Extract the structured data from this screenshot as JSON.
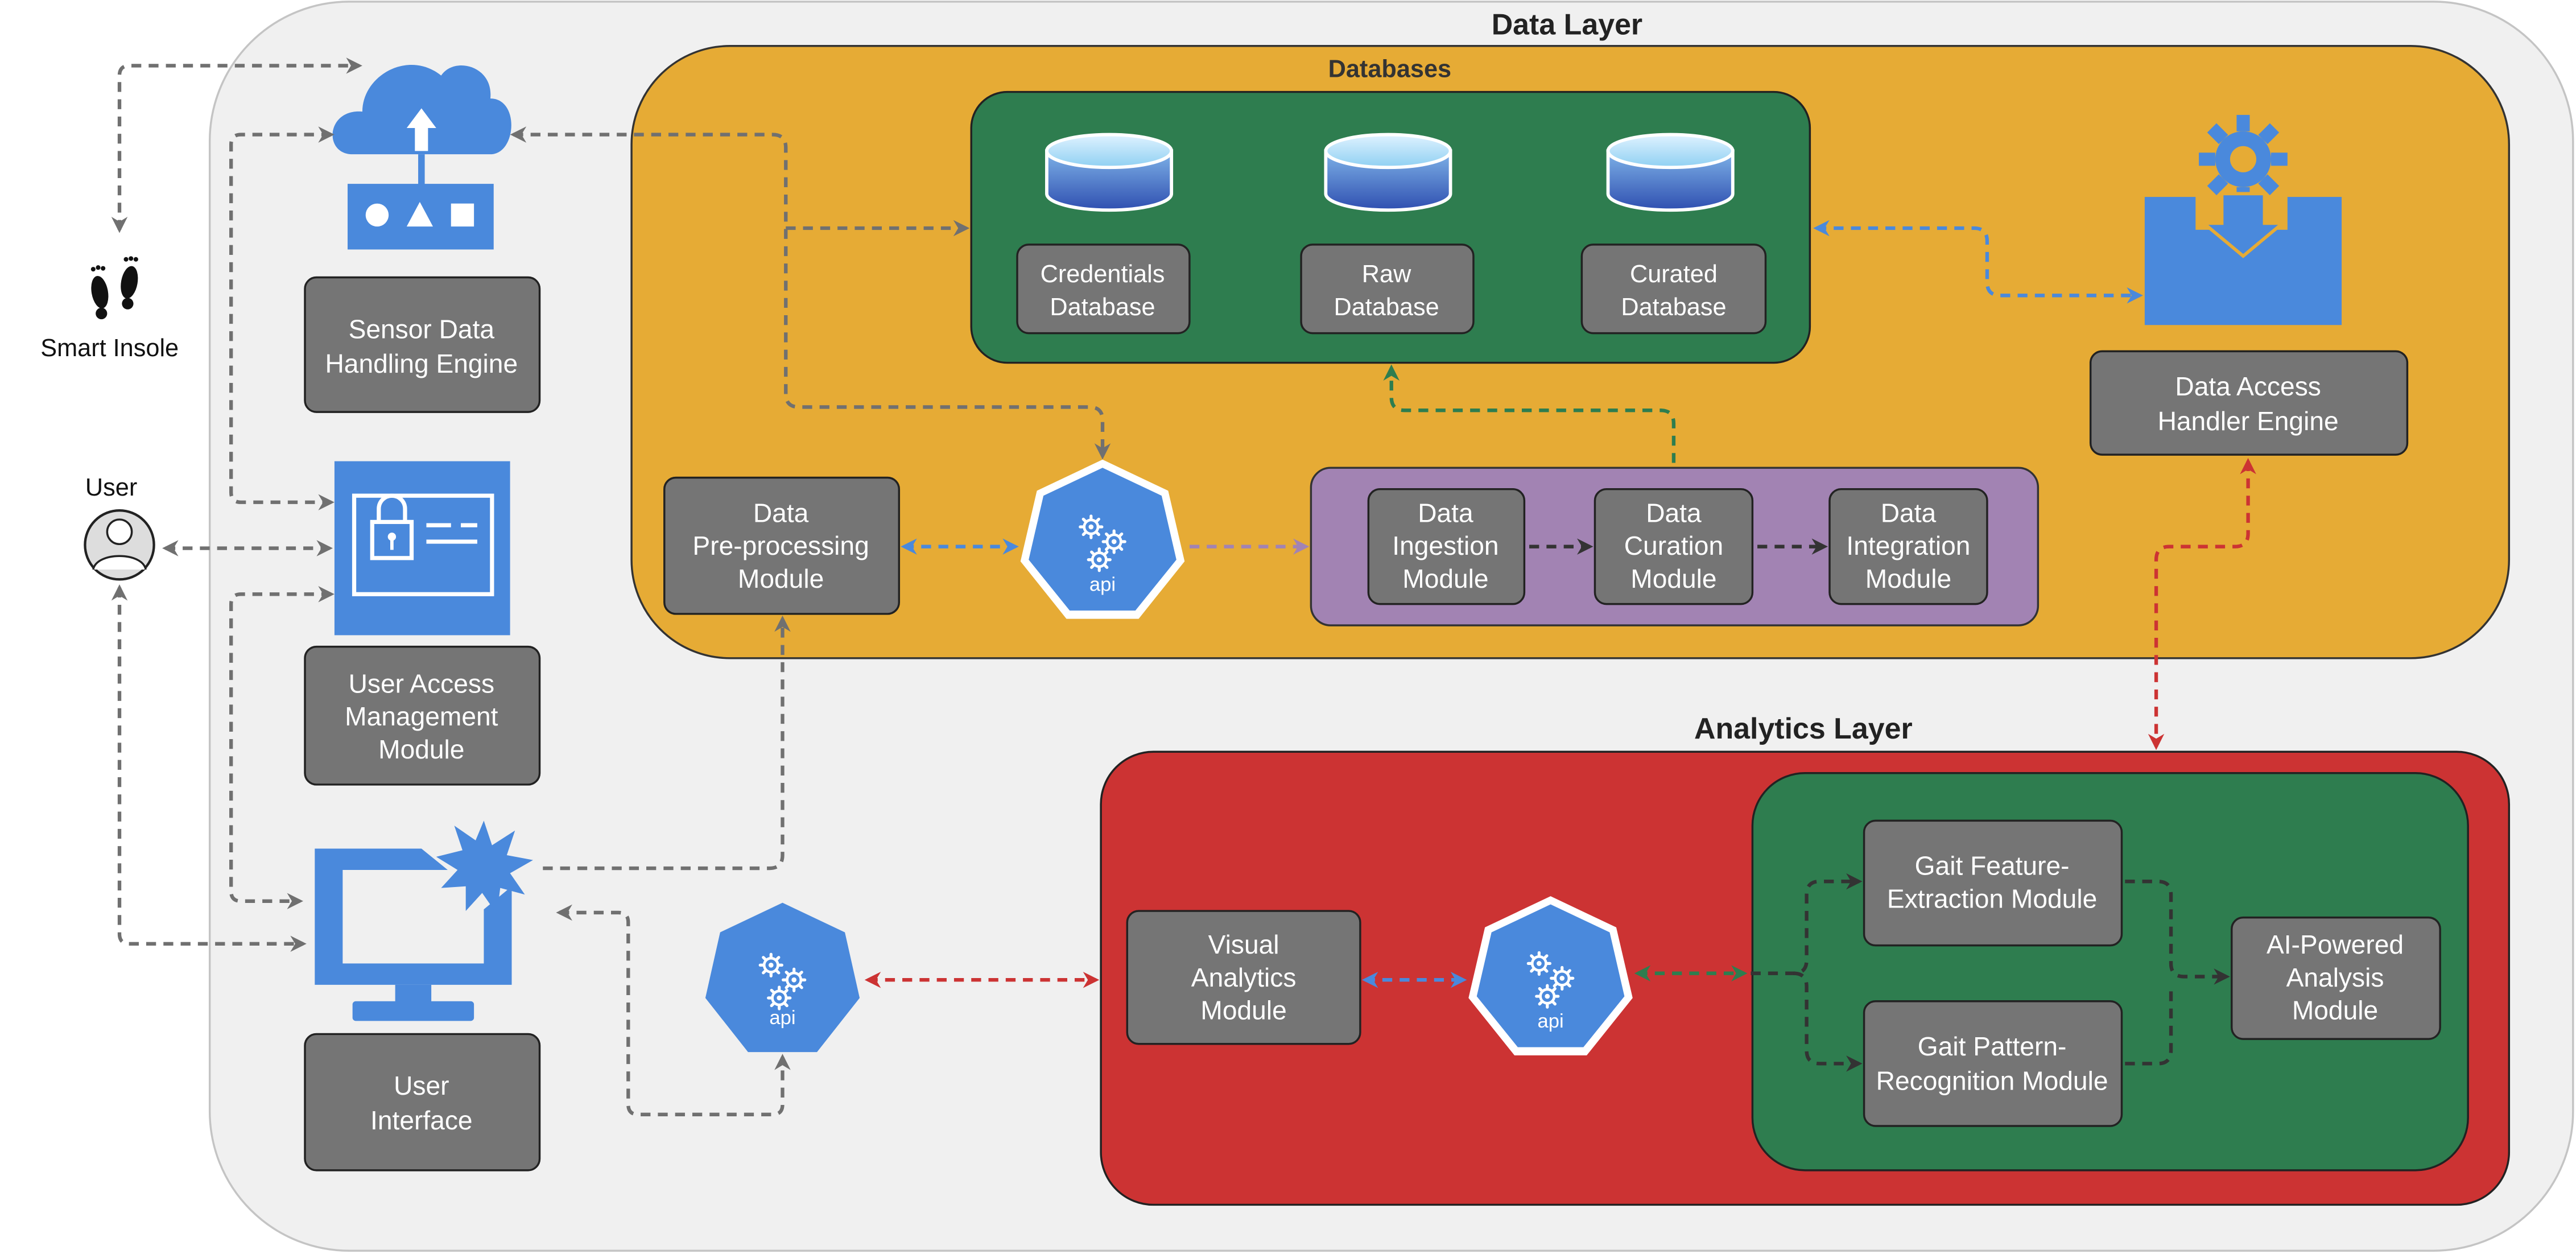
{
  "layers": {
    "data_layer_title": "Data Layer",
    "databases_title": "Databases",
    "analytics_layer_title": "Analytics Layer"
  },
  "external": {
    "smart_insole": "Smart Insole",
    "user": "User"
  },
  "left_column": {
    "sensor_engine": [
      "Sensor Data",
      "Handling Engine"
    ],
    "user_access": [
      "User Access",
      "Management",
      "Module"
    ],
    "user_interface": [
      "User",
      "Interface"
    ]
  },
  "databases": {
    "credentials": [
      "Credentials",
      "Database"
    ],
    "raw": [
      "Raw",
      "Database"
    ],
    "curated": [
      "Curated",
      "Database"
    ]
  },
  "data_layer_modules": {
    "preprocessing": [
      "Data",
      "Pre-processing",
      "Module"
    ],
    "ingestion": [
      "Data",
      "Ingestion",
      "Module"
    ],
    "curation": [
      "Data",
      "Curation",
      "Module"
    ],
    "integration": [
      "Data",
      "Integration",
      "Module"
    ],
    "access_handler": [
      "Data Access",
      "Handler Engine"
    ]
  },
  "analytics_modules": {
    "visual": [
      "Visual",
      "Analytics",
      "Module"
    ],
    "feature_extraction": [
      "Gait Feature-",
      "Extraction Module"
    ],
    "pattern_recognition": [
      "Gait Pattern-",
      "Recognition Module"
    ],
    "ai_analysis": [
      "AI-Powered",
      "Analysis",
      "Module"
    ]
  },
  "api_label": "api",
  "colors": {
    "data_layer_bg": "#f0f0f0",
    "databases_bg": "#e6ab35",
    "db_group_bg": "#2e7d4f",
    "pipeline_bg": "#a283b3",
    "analytics_bg": "#cc3333",
    "gait_group_bg": "#2e7d4f",
    "module_box": "#757575",
    "icon_blue": "#4a89dc",
    "arrow_gray": "#707070",
    "arrow_blue": "#4a89dc",
    "arrow_green": "#2e7d4f",
    "arrow_purple": "#a283b3",
    "arrow_red": "#cc3333",
    "arrow_dark": "#333333"
  }
}
